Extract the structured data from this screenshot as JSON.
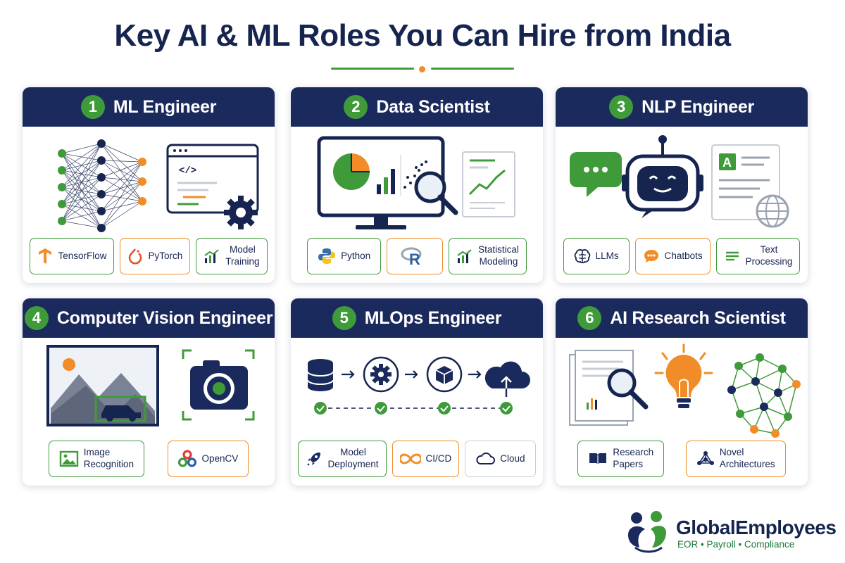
{
  "title": "Key AI & ML Roles You Can Hire from India",
  "colors": {
    "navy": "#1b2a5c",
    "green": "#3f9b3a",
    "orange": "#f28c28",
    "text": "#16254f"
  },
  "roles": [
    {
      "number": "1",
      "title": "ML Engineer",
      "skills": [
        {
          "label": "TensorFlow",
          "icon": "tensorflow-icon"
        },
        {
          "label": "PyTorch",
          "icon": "pytorch-icon"
        },
        {
          "label": "Model\nTraining",
          "icon": "chart-up-icon"
        }
      ]
    },
    {
      "number": "2",
      "title": "Data Scientist",
      "skills": [
        {
          "label": "Python",
          "icon": "python-icon"
        },
        {
          "label": "",
          "icon": "r-lang-icon"
        },
        {
          "label": "Statistical\nModeling",
          "icon": "chart-up-icon"
        }
      ]
    },
    {
      "number": "3",
      "title": "NLP Engineer",
      "skills": [
        {
          "label": "LLMs",
          "icon": "brain-icon"
        },
        {
          "label": "Chatbots",
          "icon": "chat-bubble-icon"
        },
        {
          "label": "Text\nProcessing",
          "icon": "text-lines-icon"
        }
      ]
    },
    {
      "number": "4",
      "title": "Computer Vision Engineer",
      "skills": [
        {
          "label": "Image\nRecognition",
          "icon": "image-icon"
        },
        {
          "label": "OpenCV",
          "icon": "opencv-icon"
        }
      ]
    },
    {
      "number": "5",
      "title": "MLOps Engineer",
      "skills": [
        {
          "label": "Model\nDeployment",
          "icon": "rocket-icon"
        },
        {
          "label": "CI/CD",
          "icon": "infinity-icon"
        },
        {
          "label": "Cloud",
          "icon": "cloud-icon"
        }
      ]
    },
    {
      "number": "6",
      "title": "AI Research Scientist",
      "skills": [
        {
          "label": "Research\nPapers",
          "icon": "book-icon"
        },
        {
          "label": "Novel\nArchitectures",
          "icon": "network-icon"
        }
      ]
    }
  ],
  "brand": {
    "name": "GlobalEmployees",
    "tagline": "EOR • Payroll • Compliance"
  }
}
